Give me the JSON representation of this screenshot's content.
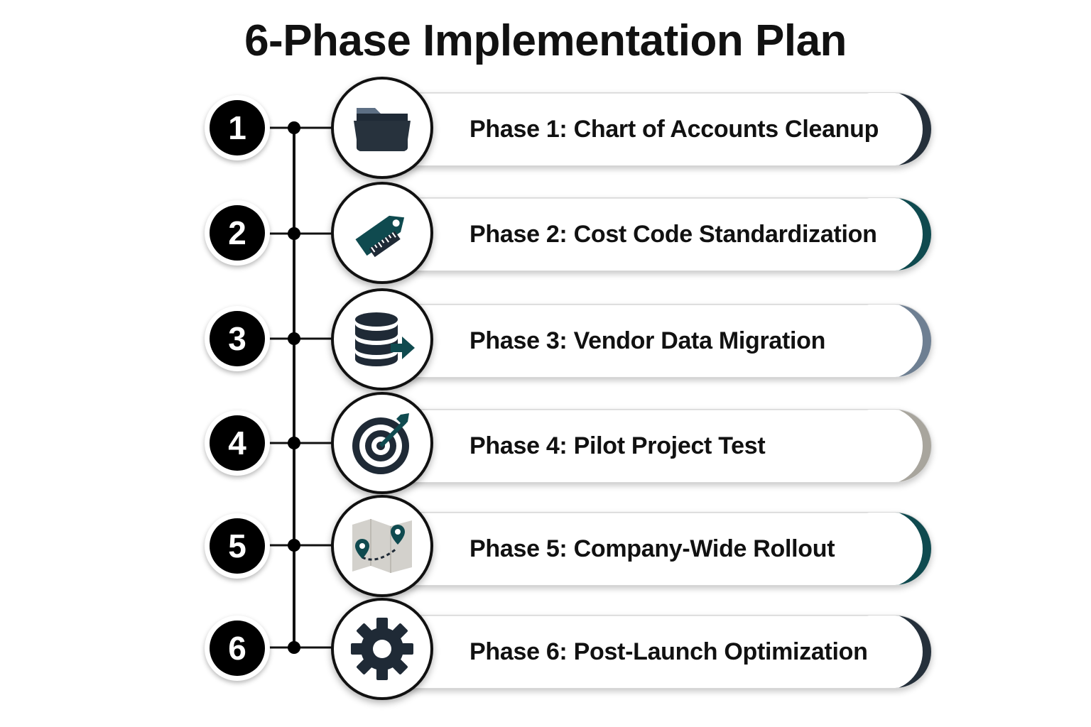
{
  "title": "6-Phase Implementation Plan",
  "phases": [
    {
      "number": "1",
      "label": "Phase 1: Chart of Accounts Cleanup",
      "icon": "folder-icon",
      "accent": "#25303b"
    },
    {
      "number": "2",
      "label": "Phase 2: Cost Code Standardization",
      "icon": "tag-ruler-icon",
      "accent": "#0f4a4f"
    },
    {
      "number": "3",
      "label": "Phase 3: Vendor Data Migration",
      "icon": "database-arrow-icon",
      "accent": "#6e7f92"
    },
    {
      "number": "4",
      "label": "Phase 4: Pilot Project Test",
      "icon": "target-icon",
      "accent": "#a8a59d"
    },
    {
      "number": "5",
      "label": "Phase 5: Company-Wide Rollout",
      "icon": "map-pins-icon",
      "accent": "#0f4a4f"
    },
    {
      "number": "6",
      "label": "Phase 6: Post-Launch Optimization",
      "icon": "gear-icon",
      "accent": "#25303b"
    }
  ]
}
